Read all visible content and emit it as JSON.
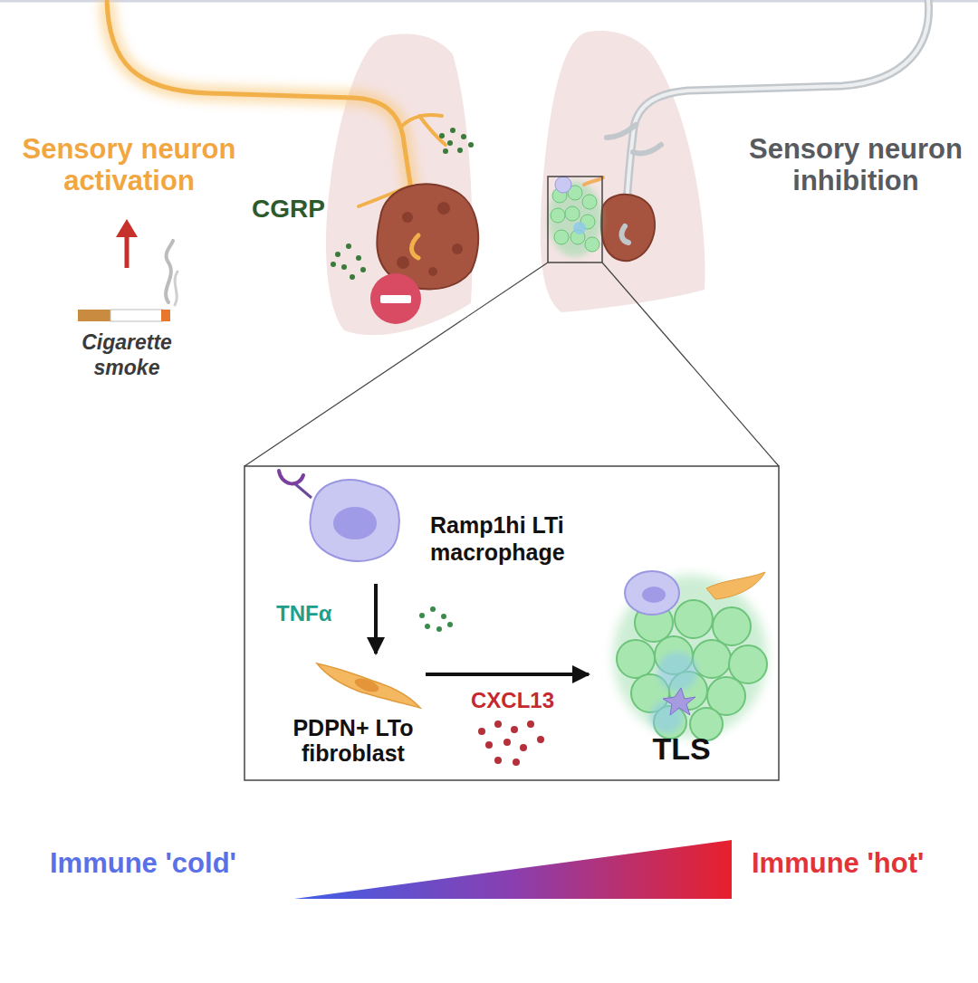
{
  "diagram": {
    "nodes": [
      {
        "text": [
          "Ramp1hi LTi macrophage"
        ]
      },
      {
        "text": [
          "PDPN+ LTo fibroblast"
        ]
      },
      {
        "text": [
          "TLS"
        ]
      }
    ],
    "edges": [
      {
        "from": 0,
        "to": 1,
        "arrow": "to",
        "label": "TNFα"
      },
      {
        "from": 1,
        "to": 2,
        "arrow": "to",
        "label": "CXCL13"
      }
    ],
    "labels": [
      "Sensory neuron activation",
      "CGRP",
      "Cigarette smoke",
      "Sensory neuron inhibition",
      "Immune 'cold'",
      "Immune 'hot'"
    ]
  }
}
